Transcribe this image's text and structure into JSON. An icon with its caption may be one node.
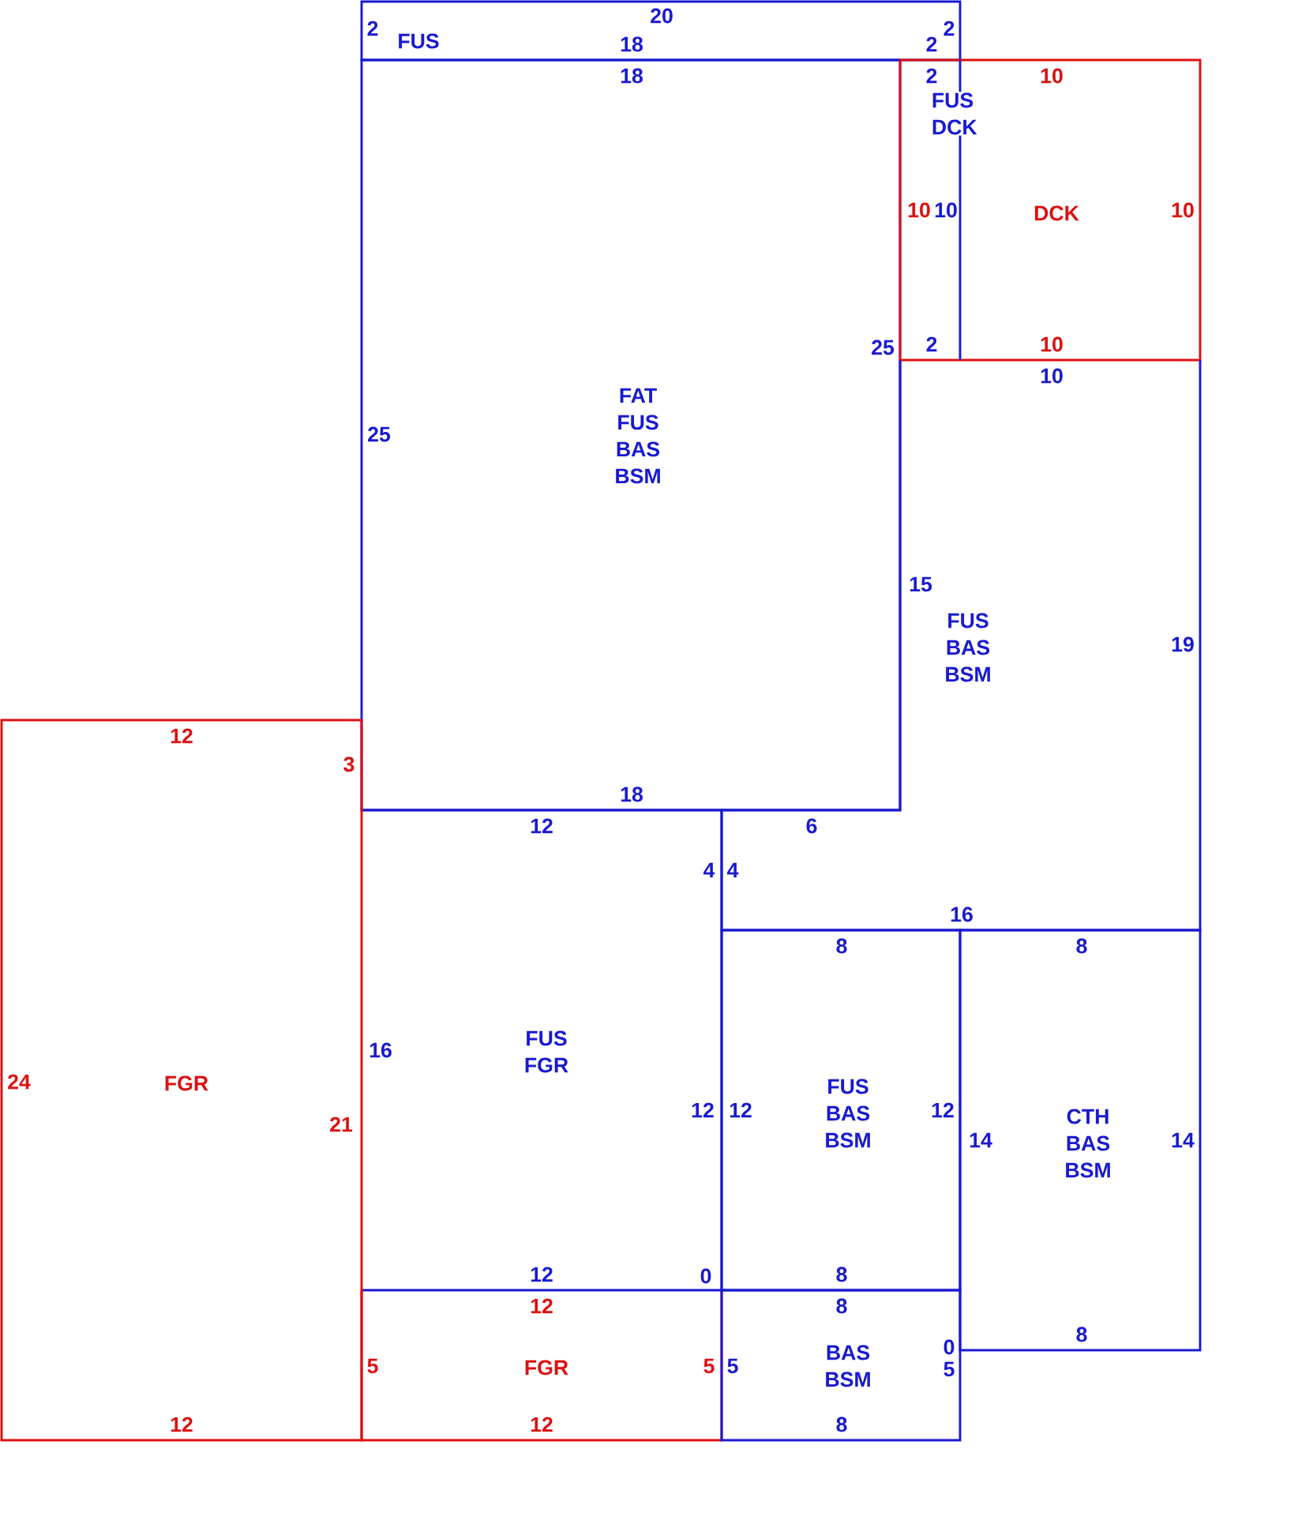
{
  "diagram": {
    "nodes": [
      {
        "text": [
          "20",
          "2",
          "2",
          "FUS",
          "18",
          "2"
        ]
      },
      {
        "text": [
          "18",
          "FAT FUS BAS BSM",
          "25",
          "25",
          "18"
        ]
      },
      {
        "text": [
          "10",
          "10",
          "DCK",
          "10",
          "10"
        ]
      },
      {
        "text": [
          "2",
          "FUS DCK",
          "10",
          "2"
        ],
        "in": 2
      },
      {
        "text": [
          "10",
          "15",
          "FUS BAS BSM",
          "19",
          "6",
          "4",
          "16"
        ]
      },
      {
        "text": [
          "12",
          "4",
          "16",
          "FUS FGR",
          "12",
          "12",
          "0"
        ]
      },
      {
        "text": [
          "12",
          "3",
          "24",
          "FGR",
          "21",
          "12"
        ]
      },
      {
        "text": [
          "8",
          "12",
          "FUS BAS BSM",
          "12",
          "8"
        ]
      },
      {
        "text": [
          "8",
          "14",
          "CTH BAS BSM",
          "14",
          "8"
        ]
      },
      {
        "text": [
          "12",
          "5",
          "FGR",
          "5",
          "12"
        ]
      },
      {
        "text": [
          "8",
          "0",
          "5",
          "BAS BSM",
          "5",
          "8"
        ]
      }
    ]
  }
}
